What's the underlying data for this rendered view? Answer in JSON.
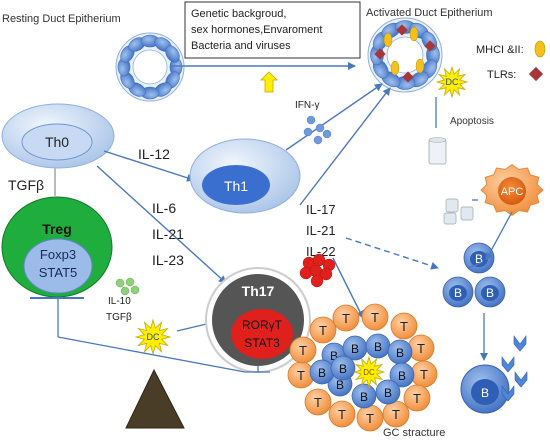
{
  "labels": {
    "resting": "Resting Duct Epitherium",
    "activated": "Activated Duct Epitherium",
    "env_line1": "Genetic backgroud,",
    "env_line2": "sex hormones,Envaroment",
    "env_line3": "Bacteria and viruses",
    "mhc": "MHCI &II:",
    "tlrs": "TLRs:",
    "dc": "DC",
    "apoptosis": "Apoptosis",
    "ifn": "IFN-γ",
    "th0": "Th0",
    "th1": "Th1",
    "il12": "IL-12",
    "tgfb_left": "TGFβ",
    "treg": "Treg",
    "foxp3": "Foxp3",
    "stat5": "STAT5",
    "il6": "IL-6",
    "il21a": "IL-21",
    "il23": "IL-23",
    "il17": "IL-17",
    "il21b": "IL-21",
    "il22": "IL-22",
    "il10": "IL-10",
    "tgfb_small": "TGFβ",
    "th17": "Th17",
    "rorgt": "RORγT",
    "stat3": "STAT3",
    "apc": "APC",
    "b": "B",
    "t": "T",
    "gc": "GC stracture",
    "dc_center": "DC"
  },
  "colors": {
    "arrow": "#4a78c0",
    "cell_blue": "#5b8ad6",
    "cell_light": "#bcd3ef",
    "treg_green": "#1fae3d",
    "orange": "#f79646",
    "dark": "#3a3a3a",
    "red": "#e0201c",
    "yellow": "#ffe600"
  }
}
